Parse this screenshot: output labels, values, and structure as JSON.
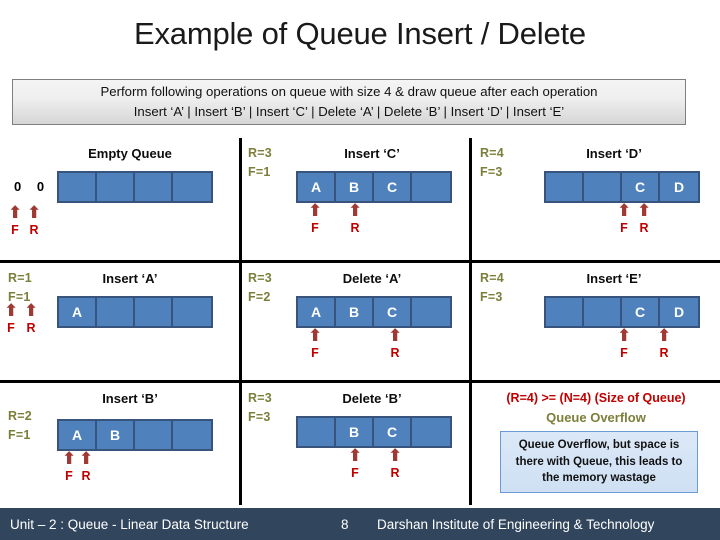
{
  "slide": {
    "title": "Example of Queue Insert / Delete",
    "banner": {
      "line1": "Perform following operations on queue with size 4 & draw queue after each operation",
      "line2": "Insert ‘A’ | Insert ‘B’ | Insert ‘C’ | Delete ‘A’ | Delete ‘B’ | Insert ‘D’ | Insert ‘E’"
    }
  },
  "colors": {
    "cell_fill": "#4f81bd",
    "cell_border": "#38547c",
    "rf_label": "#7b7f3a",
    "pointer_label": "#c00000",
    "arrow": "#9e3a33",
    "footer_bg": "#31455c",
    "note_border": "#6b9bd2"
  },
  "panels": [
    {
      "id": "empty-queue",
      "title": "Empty Queue",
      "counters": {
        "zero_labels": "0 0"
      },
      "cells": [
        "",
        "",
        "",
        ""
      ],
      "pointers": [
        {
          "label": "F",
          "cell": 1
        },
        {
          "label": "R",
          "cell": 1
        }
      ]
    },
    {
      "id": "insert-c",
      "title": "Insert ‘C’",
      "counters": {
        "r": "R=3",
        "f": "F=1"
      },
      "cells": [
        "A",
        "B",
        "C",
        ""
      ],
      "pointers": [
        {
          "label": "F",
          "cell": 1
        },
        {
          "label": "R",
          "cell": 2
        }
      ]
    },
    {
      "id": "insert-d",
      "title": "Insert ‘D’",
      "counters": {
        "r": "R=4",
        "f": "F=3"
      },
      "cells": [
        "",
        "",
        "C",
        "D"
      ],
      "pointers": [
        {
          "label": "F",
          "cell": 3
        },
        {
          "label": "R",
          "cell": 3
        }
      ]
    },
    {
      "id": "insert-a",
      "title": "Insert ‘A’",
      "counters": {
        "r": "R=1",
        "f": "F=1"
      },
      "cells": [
        "A",
        "",
        "",
        ""
      ],
      "pointers": [
        {
          "label": "F",
          "cell": 1
        },
        {
          "label": "R",
          "cell": 1
        }
      ]
    },
    {
      "id": "delete-a",
      "title": "Delete ‘A’",
      "counters": {
        "r": "R=3",
        "f": "F=2"
      },
      "cells": [
        "A",
        "B",
        "C",
        ""
      ],
      "pointers": [
        {
          "label": "F",
          "cell": 1
        },
        {
          "label": "R",
          "cell": 3
        }
      ]
    },
    {
      "id": "insert-e",
      "title": "Insert ‘E’",
      "counters": {
        "r": "R=4",
        "f": "F=3"
      },
      "cells": [
        "",
        "",
        "C",
        "D"
      ],
      "pointers": [
        {
          "label": "F",
          "cell": 3
        },
        {
          "label": "R",
          "cell": 4
        }
      ]
    },
    {
      "id": "insert-b",
      "title": "Insert ‘B’",
      "counters": {
        "r": "R=2",
        "f": "F=1"
      },
      "cells": [
        "A",
        "B",
        "",
        ""
      ],
      "pointers": [
        {
          "label": "F",
          "cell": 1
        },
        {
          "label": "R",
          "cell": 1
        }
      ]
    },
    {
      "id": "delete-b",
      "title": "Delete ‘B’",
      "counters": {
        "r": "R=3",
        "f": "F=3"
      },
      "cells": [
        "",
        "B",
        "C",
        ""
      ],
      "pointers": [
        {
          "label": "F",
          "cell": 2
        },
        {
          "label": "R",
          "cell": 3
        }
      ]
    }
  ],
  "overflow": {
    "condition": "(R=4) >= (N=4) (Size of Queue)",
    "headline": "Queue Overflow",
    "note_line1": "Queue Overflow, but space is",
    "note_line2": "there with Queue, this leads to",
    "note_line3": "the memory wastage"
  },
  "footer": {
    "unit": "Unit – 2 : Queue - Linear Data Structure",
    "page": "8",
    "organization": "Darshan Institute of Engineering & Technology"
  }
}
